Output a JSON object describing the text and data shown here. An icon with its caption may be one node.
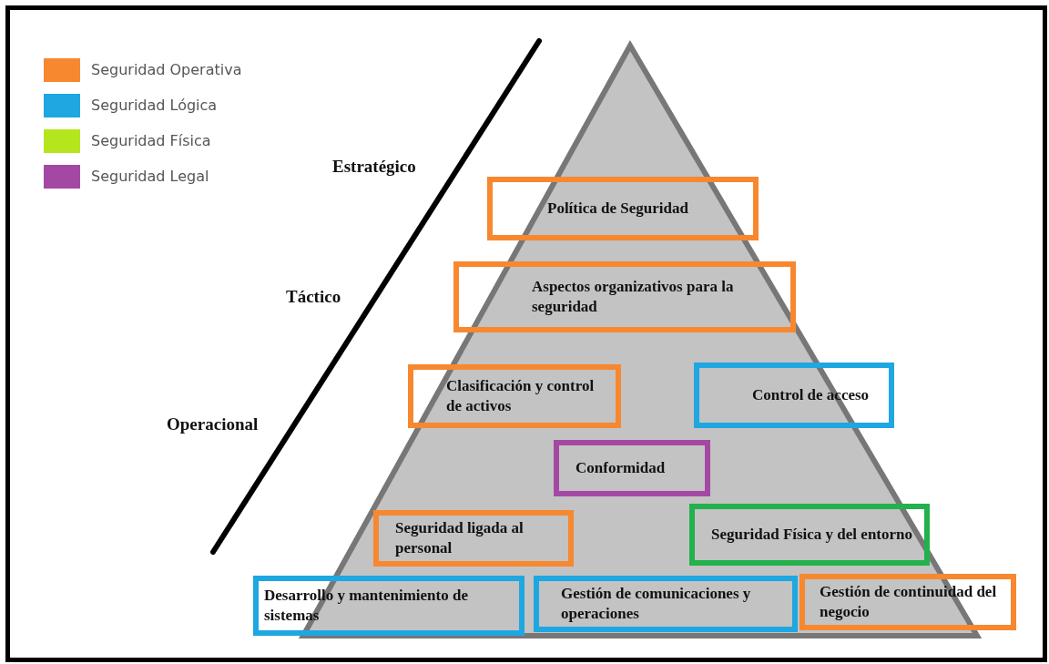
{
  "diagram": {
    "nodes": [
      {
        "text": [
          "Política de Seguridad"
        ]
      },
      {
        "text": [
          "Aspectos organizativos para la seguridad"
        ]
      },
      {
        "text": [
          "Clasificación y control de activos"
        ]
      },
      {
        "text": [
          "Control de acceso"
        ]
      },
      {
        "text": [
          "Conformidad"
        ]
      },
      {
        "text": [
          "Seguridad ligada al personal"
        ]
      },
      {
        "text": [
          "Seguridad Física y del entorno"
        ]
      },
      {
        "text": [
          "Desarrollo y mantenimiento de sistemas"
        ]
      },
      {
        "text": [
          "Gestión de comunicaciones y operaciones"
        ]
      },
      {
        "text": [
          "Gestión de continuidad del negocio"
        ]
      }
    ],
    "labels": [
      "Estratégico",
      "Táctico",
      "Operacional"
    ],
    "legend": [
      {
        "text": "Seguridad Operativa",
        "color": "#f7882f"
      },
      {
        "text": "Seguridad Lógica",
        "color": "#1ea7e1"
      },
      {
        "text": "Seguridad Física",
        "color": "#b5e61d"
      },
      {
        "text": "Seguridad Legal",
        "color": "#a349a4"
      }
    ]
  }
}
